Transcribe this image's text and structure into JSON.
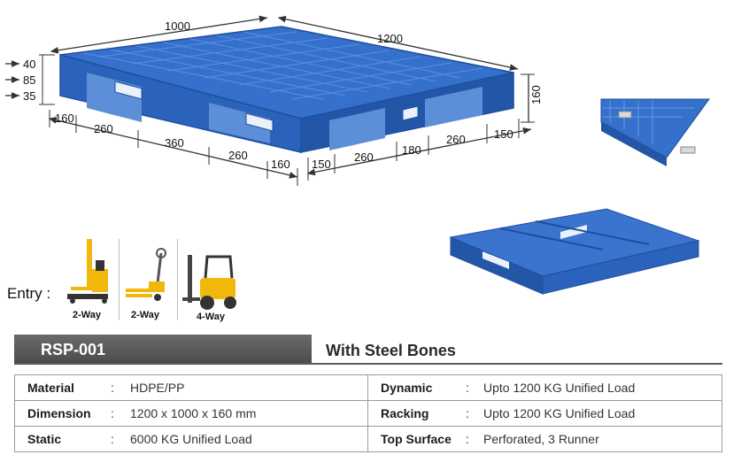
{
  "diagram": {
    "top_dims": [
      "1000",
      "1200"
    ],
    "side_dims": [
      "40",
      "85",
      "35"
    ],
    "height_dim": "160",
    "front_dims": [
      "160",
      "260",
      "360",
      "260",
      "160"
    ],
    "right_dims": [
      "150",
      "260",
      "180",
      "260",
      "150"
    ]
  },
  "entry": {
    "label": "Entry :",
    "options": [
      "2-Way",
      "2-Way",
      "4-Way"
    ]
  },
  "product": {
    "model": "RSP-001",
    "subtitle": "With Steel Bones"
  },
  "specs": {
    "colon": ":",
    "rows": [
      {
        "left_key": "Material",
        "left_value": "HDPE/PP",
        "right_key": "Dynamic",
        "right_value": "Upto 1200 KG Unified Load"
      },
      {
        "left_key": "Dimension",
        "left_value": "1200 x 1000 x 160 mm",
        "right_key": "Racking",
        "right_value": "Upto 1200 KG Unified Load"
      },
      {
        "left_key": "Static",
        "left_value": "6000 KG Unified Load",
        "right_key": "Top Surface",
        "right_value": "Perforated, 3 Runner"
      }
    ]
  },
  "colors": {
    "pallet_blue": "#2f68c4",
    "pallet_dark": "#1f4f9e",
    "bar_gray": "#555555"
  }
}
